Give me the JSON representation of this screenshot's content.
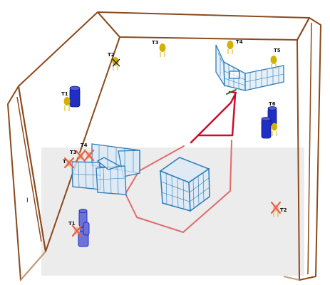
{
  "colors": {
    "background": "#ffffff",
    "floor": "#ececec",
    "wall_frame": "#8b4a1c",
    "wall_frame_light": "#c89a78",
    "path_upper": "#c8102e",
    "path_lower": "#e06b6b",
    "path_short": "#2f6b2f",
    "cage_stroke": "#2b7bb9",
    "cage_fill": "#dbe9f7",
    "target_yellow": "#d4b000",
    "barrel_blue": "#1f2fc4",
    "barrel_blue_light": "#6c72d8",
    "cross_red": "#e8604a"
  },
  "labels": {
    "t1_back": "T1",
    "t2_back": "T2",
    "t3_back": "T3",
    "t4_back": "T4",
    "t5_back": "T5",
    "t6_back": "T6",
    "t4_front": "T4",
    "t3_front": "T3",
    "t_front": "T",
    "t1_front": "T1",
    "t2_front": "T2",
    "left_wall_mark": "I"
  },
  "icons": {
    "target": "yellow-target-icon",
    "barrel": "blue-barrel-icon",
    "cleared": "red-cross-icon"
  }
}
